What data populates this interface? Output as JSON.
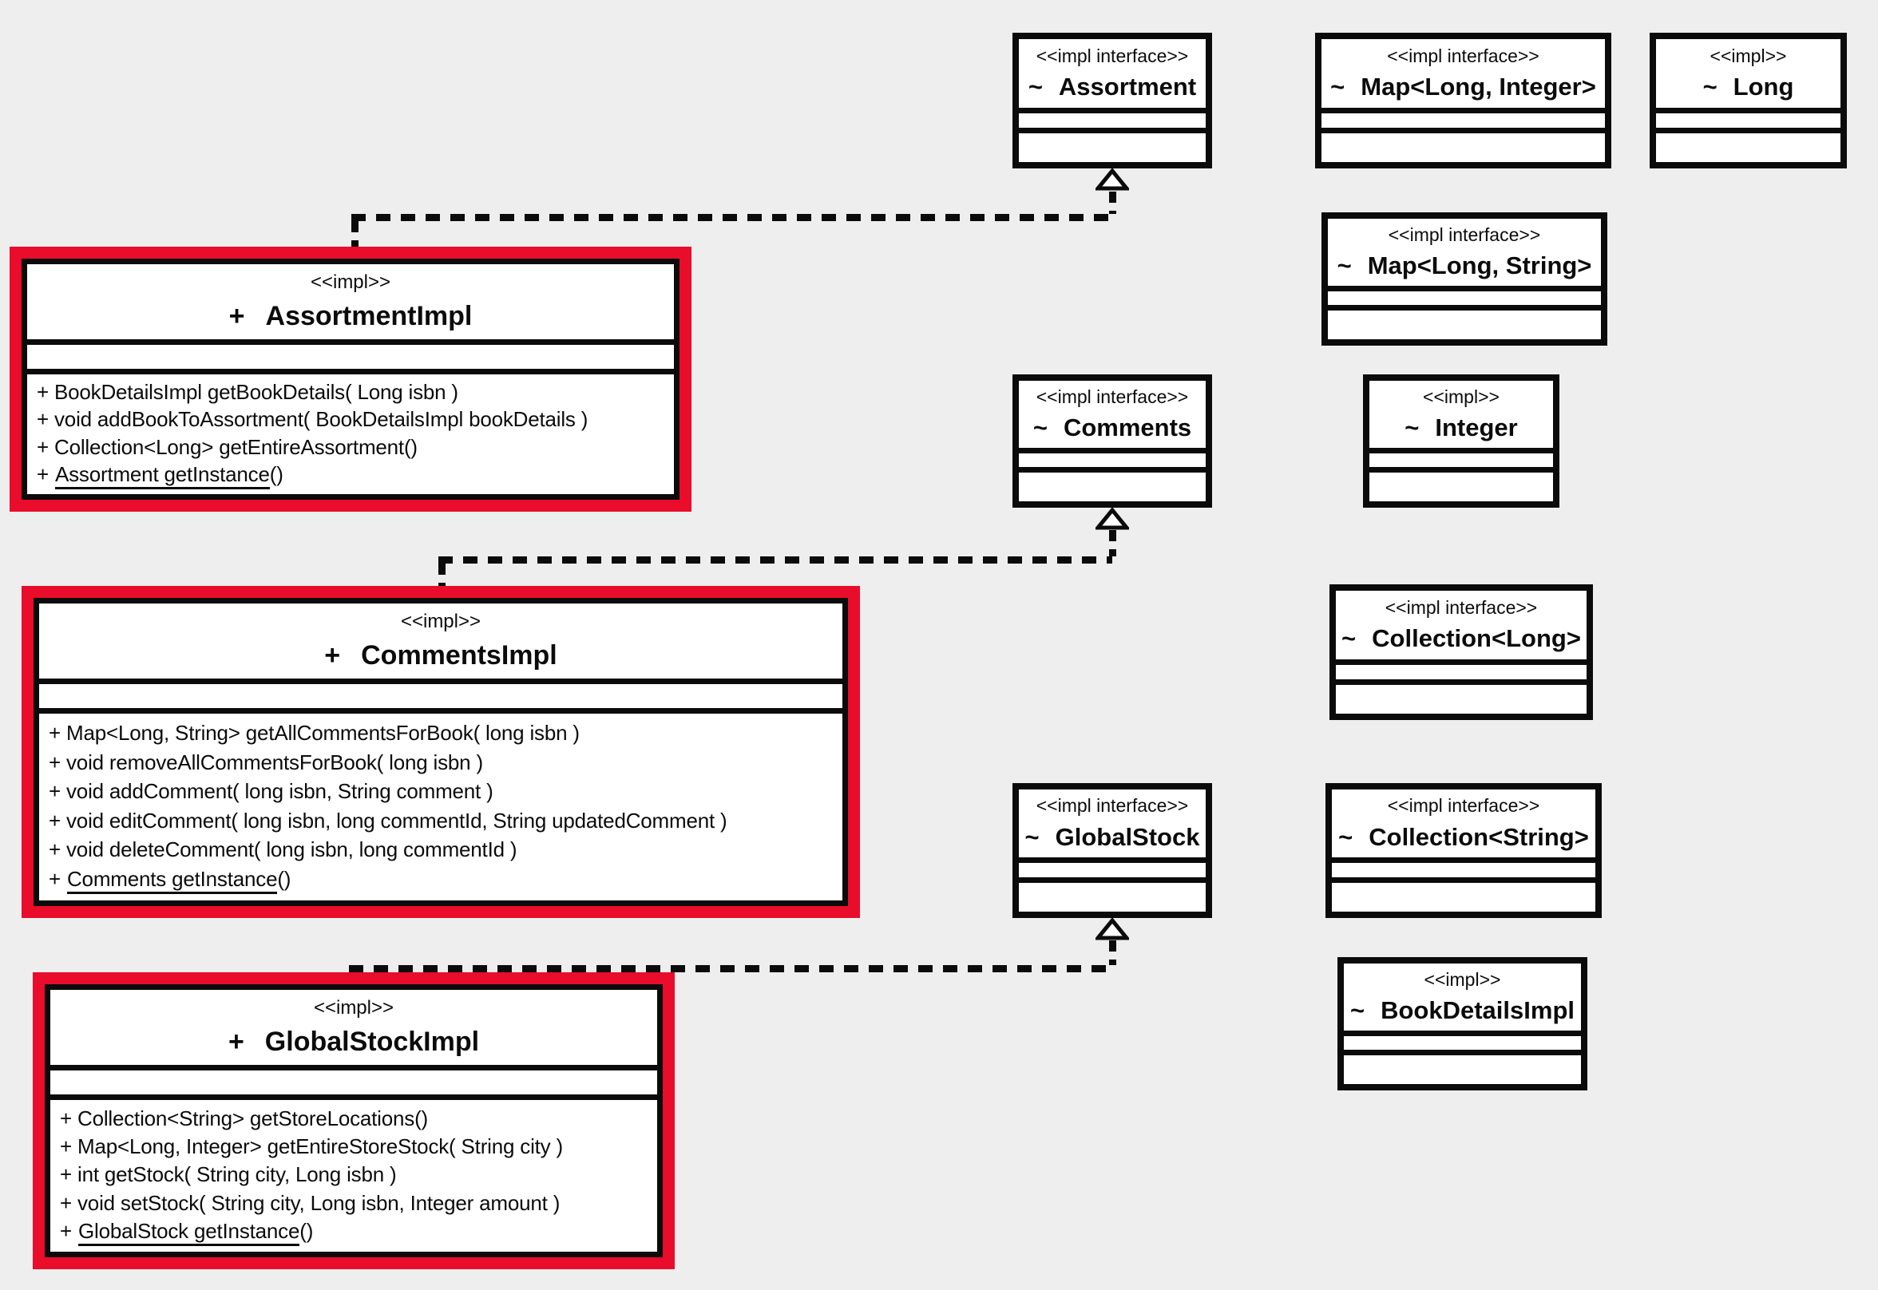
{
  "diagram": {
    "kind": "UML class diagram (implementation view)",
    "background_color": "#eeeeee",
    "line_color": "#0b0b0b",
    "highlight_color": "#e90c2b",
    "highlighted_classes": [
      "AssortmentImpl",
      "CommentsImpl",
      "GlobalStockImpl"
    ]
  },
  "classes": {
    "assortment": {
      "stereotype": "<<impl interface>>",
      "visibility": "~",
      "name": "Assortment"
    },
    "map_long_integer": {
      "stereotype": "<<impl interface>>",
      "visibility": "~",
      "name": "Map<Long, Integer>"
    },
    "long": {
      "stereotype": "<<impl>>",
      "visibility": "~",
      "name": "Long"
    },
    "map_long_string": {
      "stereotype": "<<impl interface>>",
      "visibility": "~",
      "name": "Map<Long, String>"
    },
    "comments": {
      "stereotype": "<<impl interface>>",
      "visibility": "~",
      "name": "Comments"
    },
    "integer": {
      "stereotype": "<<impl>>",
      "visibility": "~",
      "name": "Integer"
    },
    "collection_long": {
      "stereotype": "<<impl interface>>",
      "visibility": "~",
      "name": "Collection<Long>"
    },
    "globalstock": {
      "stereotype": "<<impl interface>>",
      "visibility": "~",
      "name": "GlobalStock"
    },
    "collection_string": {
      "stereotype": "<<impl interface>>",
      "visibility": "~",
      "name": "Collection<String>"
    },
    "bookdetails_impl": {
      "stereotype": "<<impl>>",
      "visibility": "~",
      "name": "BookDetailsImpl"
    },
    "assortment_impl": {
      "stereotype": "<<impl>>",
      "visibility": "+",
      "name": "AssortmentImpl",
      "methods": [
        "+ BookDetailsImpl getBookDetails( Long isbn )",
        "+ void addBookToAssortment( BookDetailsImpl bookDetails )",
        "+ Collection<Long> getEntireAssortment()"
      ],
      "static_method": {
        "prefix": "+",
        "underlined": "Assortment getInstance",
        "suffix": "()"
      }
    },
    "comments_impl": {
      "stereotype": "<<impl>>",
      "visibility": "+",
      "name": "CommentsImpl",
      "methods": [
        "+ Map<Long, String> getAllCommentsForBook( long isbn )",
        "+ void removeAllCommentsForBook( long isbn )",
        "+ void addComment( long isbn, String comment )",
        "+ void editComment( long isbn, long commentId, String updatedComment )",
        "+ void deleteComment( long isbn, long commentId )"
      ],
      "static_method": {
        "prefix": "+",
        "underlined": "Comments getInstance",
        "suffix": "()"
      }
    },
    "globalstock_impl": {
      "stereotype": "<<impl>>",
      "visibility": "+",
      "name": "GlobalStockImpl",
      "methods": [
        "+ Collection<String> getStoreLocations()",
        "+ Map<Long, Integer> getEntireStoreStock( String city )",
        "+ int getStock( String city, Long isbn )",
        "+ void setStock( String city, Long isbn, Integer amount )"
      ],
      "static_method": {
        "prefix": "+",
        "underlined": "GlobalStock getInstance",
        "suffix": "()"
      }
    }
  },
  "relationships": [
    {
      "from": "AssortmentImpl",
      "to": "Assortment",
      "type": "realization",
      "style": "dashed line, hollow triangle"
    },
    {
      "from": "CommentsImpl",
      "to": "Comments",
      "type": "realization",
      "style": "dashed line, hollow triangle"
    },
    {
      "from": "GlobalStockImpl",
      "to": "GlobalStock",
      "type": "realization",
      "style": "dashed line, hollow triangle"
    }
  ]
}
